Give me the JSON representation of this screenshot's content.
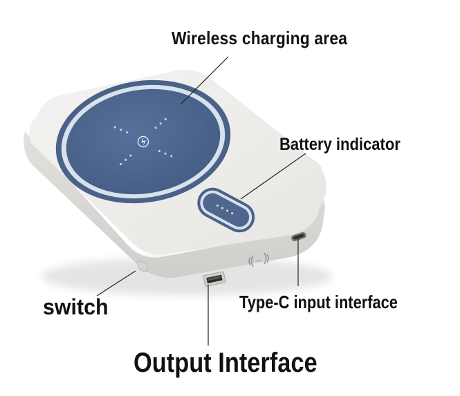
{
  "labels": {
    "wireless": "Wireless charging area",
    "battery": "Battery indicator",
    "typec": "Type-C input interface",
    "switch": "switch",
    "output": "Output Interface"
  },
  "colors": {
    "background": "#ffffff",
    "device_body": "#ecebe8",
    "pad_blue": "#4f678f",
    "pad_ring": "#d9e4ee",
    "leader_line": "#222222",
    "label_text": "#111111"
  },
  "icons": {
    "pad_center": "lightning-bolt-icon",
    "wireless_waves": "wireless-waves-icon"
  }
}
